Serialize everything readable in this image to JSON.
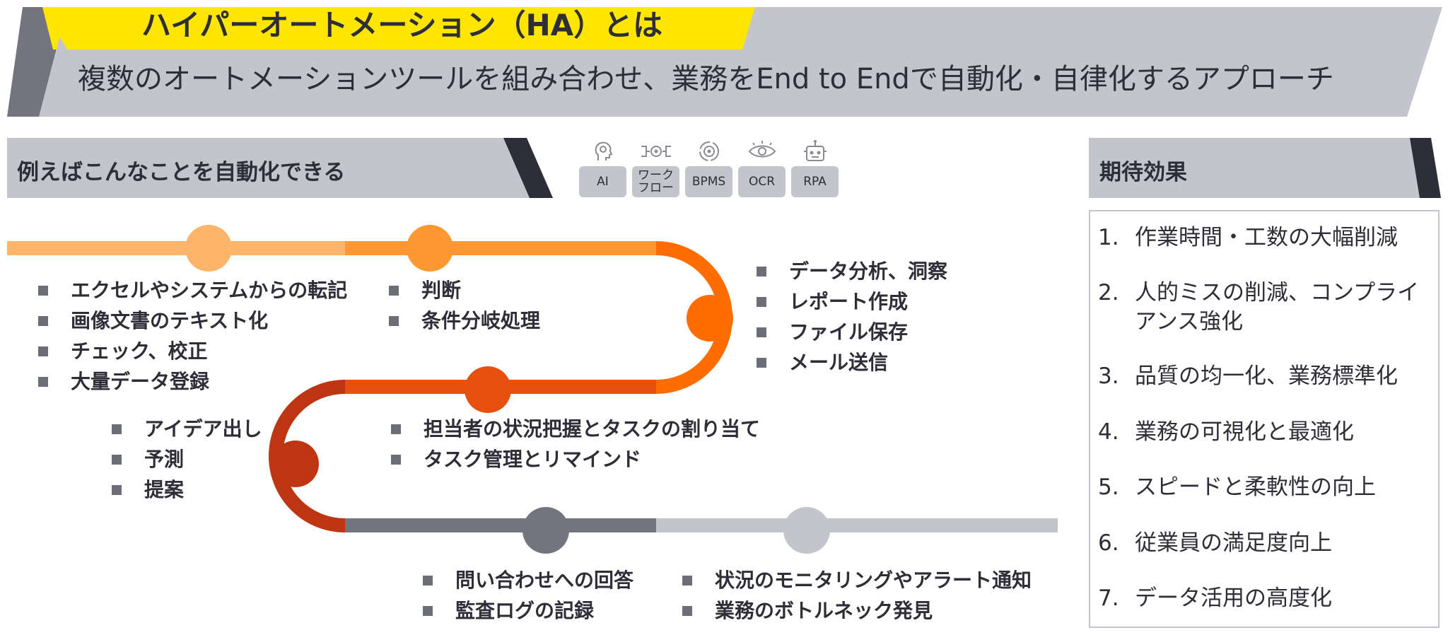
{
  "header": {
    "title": "ハイパーオートメーション（HA）とは",
    "subtitle": "複数のオートメーションツールを組み合わせ、業務をEnd to Endで自動化・自律化するアプローチ"
  },
  "left_section": {
    "title": "例えばこんなことを自動化できる"
  },
  "tools": [
    {
      "icon": "head-ai-icon",
      "label": "AI"
    },
    {
      "icon": "workflow-icon",
      "label": "ワーク\nフロー"
    },
    {
      "icon": "bpms-cycle-icon",
      "label": "BPMS"
    },
    {
      "icon": "eye-ocr-icon",
      "label": "OCR"
    },
    {
      "icon": "robot-icon",
      "label": "RPA"
    }
  ],
  "groups": {
    "g1": [
      "エクセルやシステムからの転記",
      "画像文書のテキスト化",
      "チェック、校正",
      "大量データ登録"
    ],
    "g2": [
      "判断",
      "条件分岐処理"
    ],
    "g3": [
      "データ分析、洞察",
      "レポート作成",
      "ファイル保存",
      "メール送信"
    ],
    "g4": [
      "担当者の状況把握とタスクの割り当て",
      "タスク管理とリマインド"
    ],
    "g5": [
      "アイデア出し",
      "予測",
      "提案"
    ],
    "g6": [
      "問い合わせへの回答",
      "監査ログの記録"
    ],
    "g7": [
      "状況のモニタリングやアラート通知",
      "業務のボトルネック発見"
    ]
  },
  "effects": {
    "title": "期待効果",
    "items": [
      {
        "num": "1.",
        "text": "作業時間・工数の大幅削減"
      },
      {
        "num": "2.",
        "text": "人的ミスの削減、コンプライアンス強化"
      },
      {
        "num": "3.",
        "text": "品質の均一化、業務標準化"
      },
      {
        "num": "4.",
        "text": "業務の可視化と最適化"
      },
      {
        "num": "5.",
        "text": "スピードと柔軟性の向上"
      },
      {
        "num": "6.",
        "text": "従業員の満足度向上"
      },
      {
        "num": "7.",
        "text": "データ活用の高度化"
      }
    ]
  },
  "colors": {
    "accent_yellow": "#ffe600",
    "header_gray": "#c4c4cd",
    "dark": "#2e2e38",
    "path_light_orange": "#ffb46a",
    "path_orange": "#ff9831",
    "path_deep_orange": "#ff6d00",
    "path_red_orange": "#e8500f",
    "path_brick": "#bd3511",
    "path_dark_gray": "#747480",
    "path_light_gray": "#c4c4cd"
  }
}
